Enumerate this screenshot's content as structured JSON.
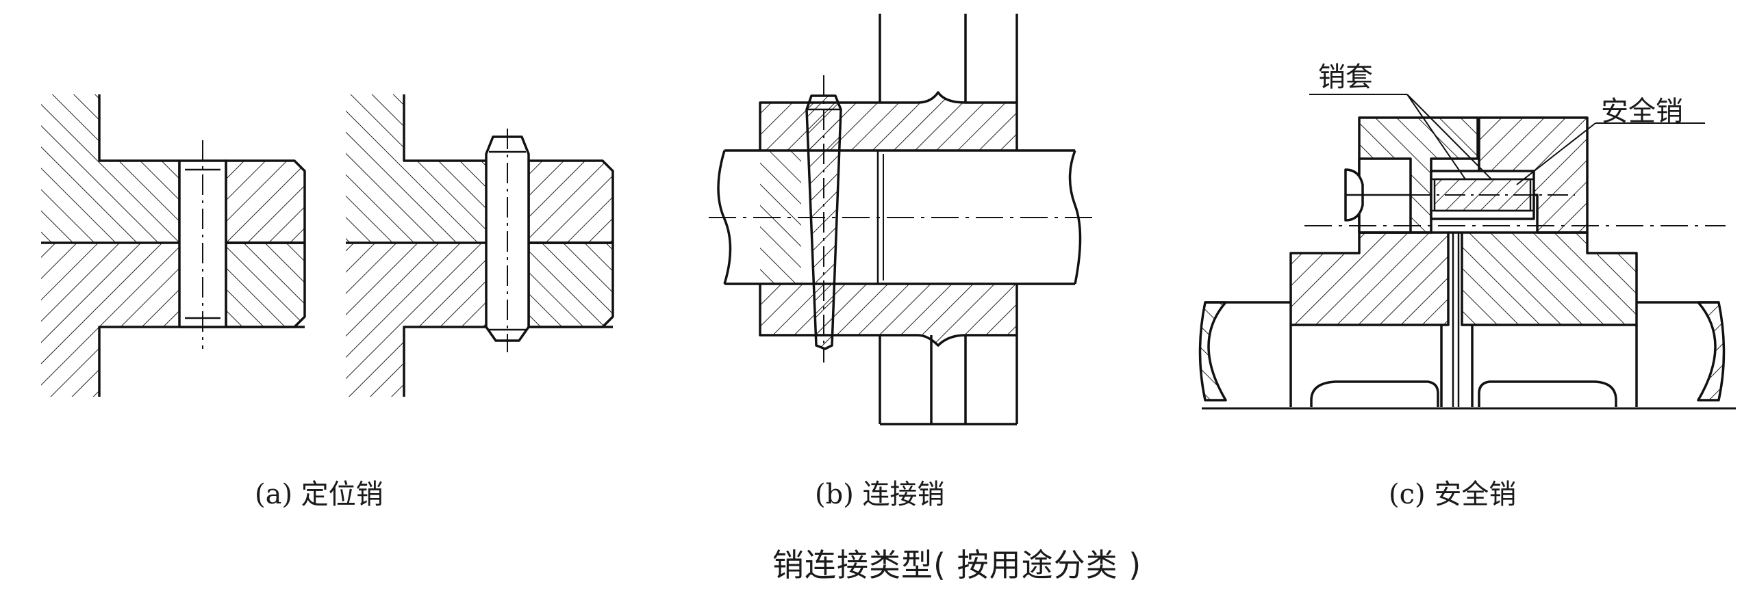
{
  "figures": {
    "a": {
      "caption": "(a) 定位销"
    },
    "b": {
      "caption": "(b) 连接销"
    },
    "c": {
      "caption": "(c) 安全销",
      "callouts": {
        "sleeve": "销套",
        "safety_pin": "安全销"
      }
    }
  },
  "main_caption": "销连接类型( 按用途分类 )"
}
